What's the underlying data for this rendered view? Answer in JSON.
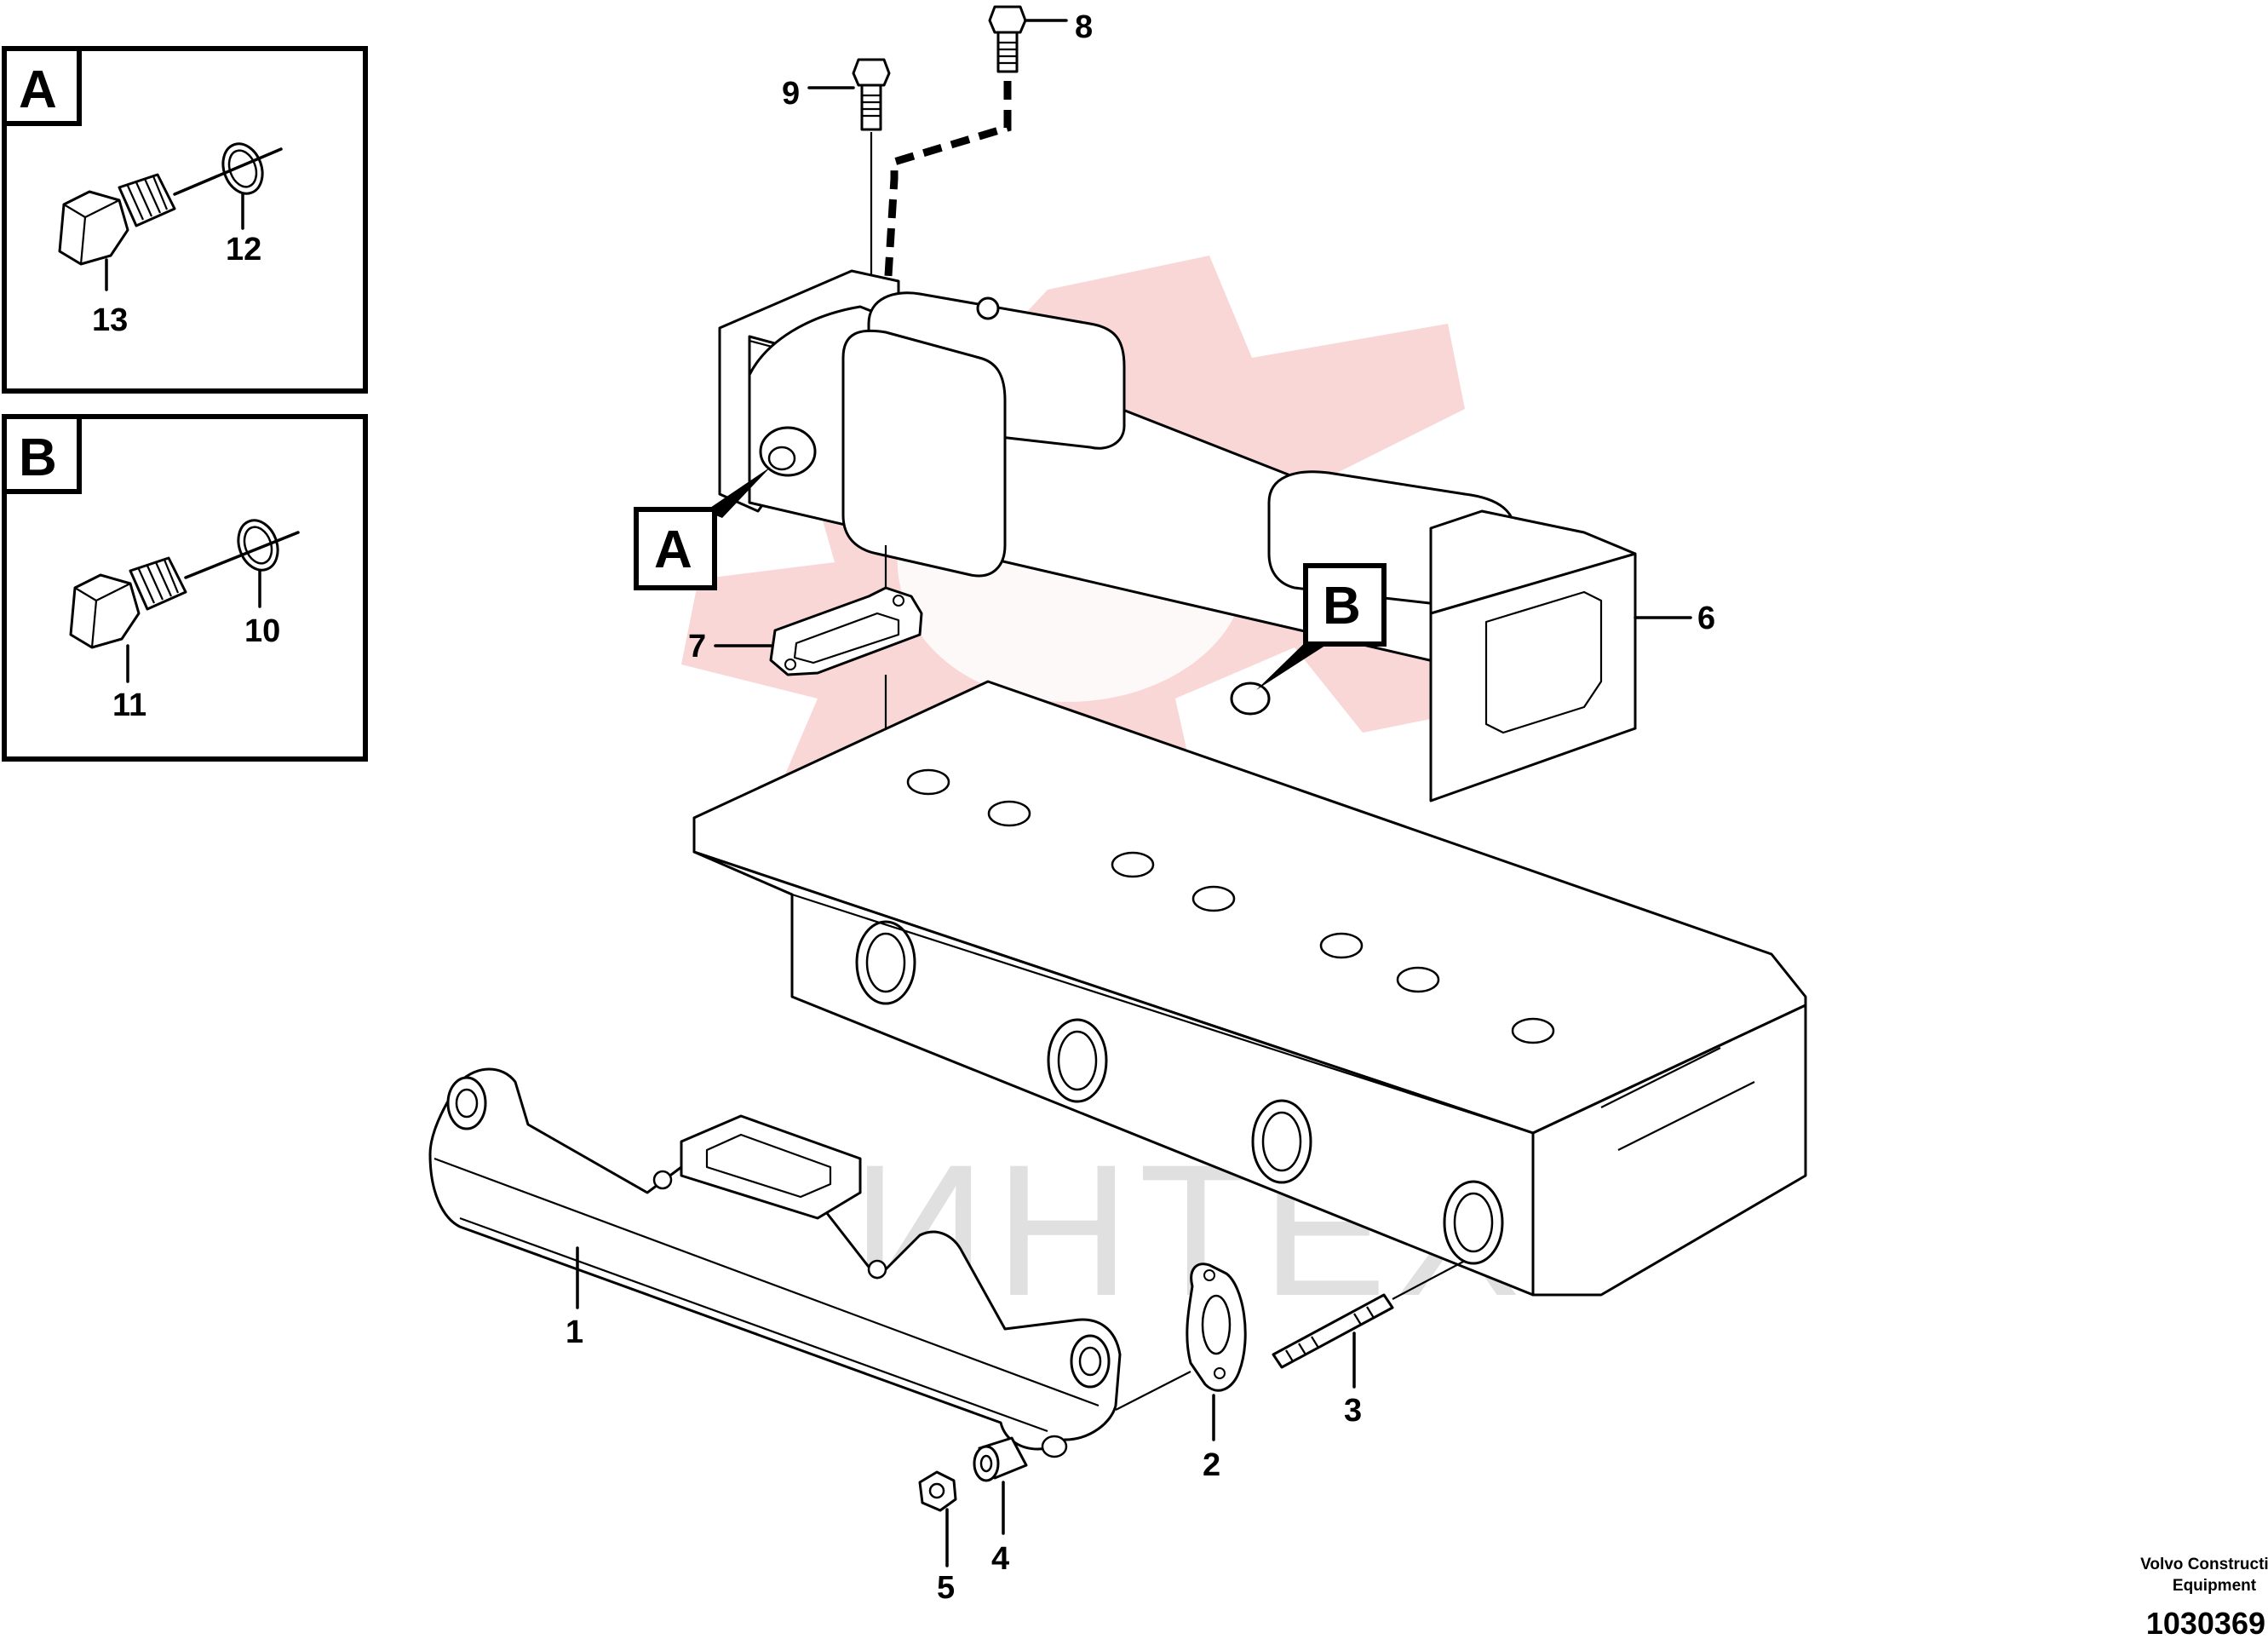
{
  "inset_a": {
    "tag": "A",
    "callouts": [
      "13",
      "12"
    ]
  },
  "inset_b": {
    "tag": "B",
    "callouts": [
      "11",
      "10"
    ]
  },
  "detail_tags": {
    "a": "A",
    "b": "B"
  },
  "callouts": {
    "c1": "1",
    "c2": "2",
    "c3": "3",
    "c4": "4",
    "c5": "5",
    "c6": "6",
    "c7": "7",
    "c8": "8",
    "c9": "9"
  },
  "watermark": {
    "text": "ИНТЕХ",
    "color": "#f2a6a6"
  },
  "footer": {
    "line1": "Volvo Construction",
    "line2": "Equipment",
    "drawing_number": "1030369"
  }
}
